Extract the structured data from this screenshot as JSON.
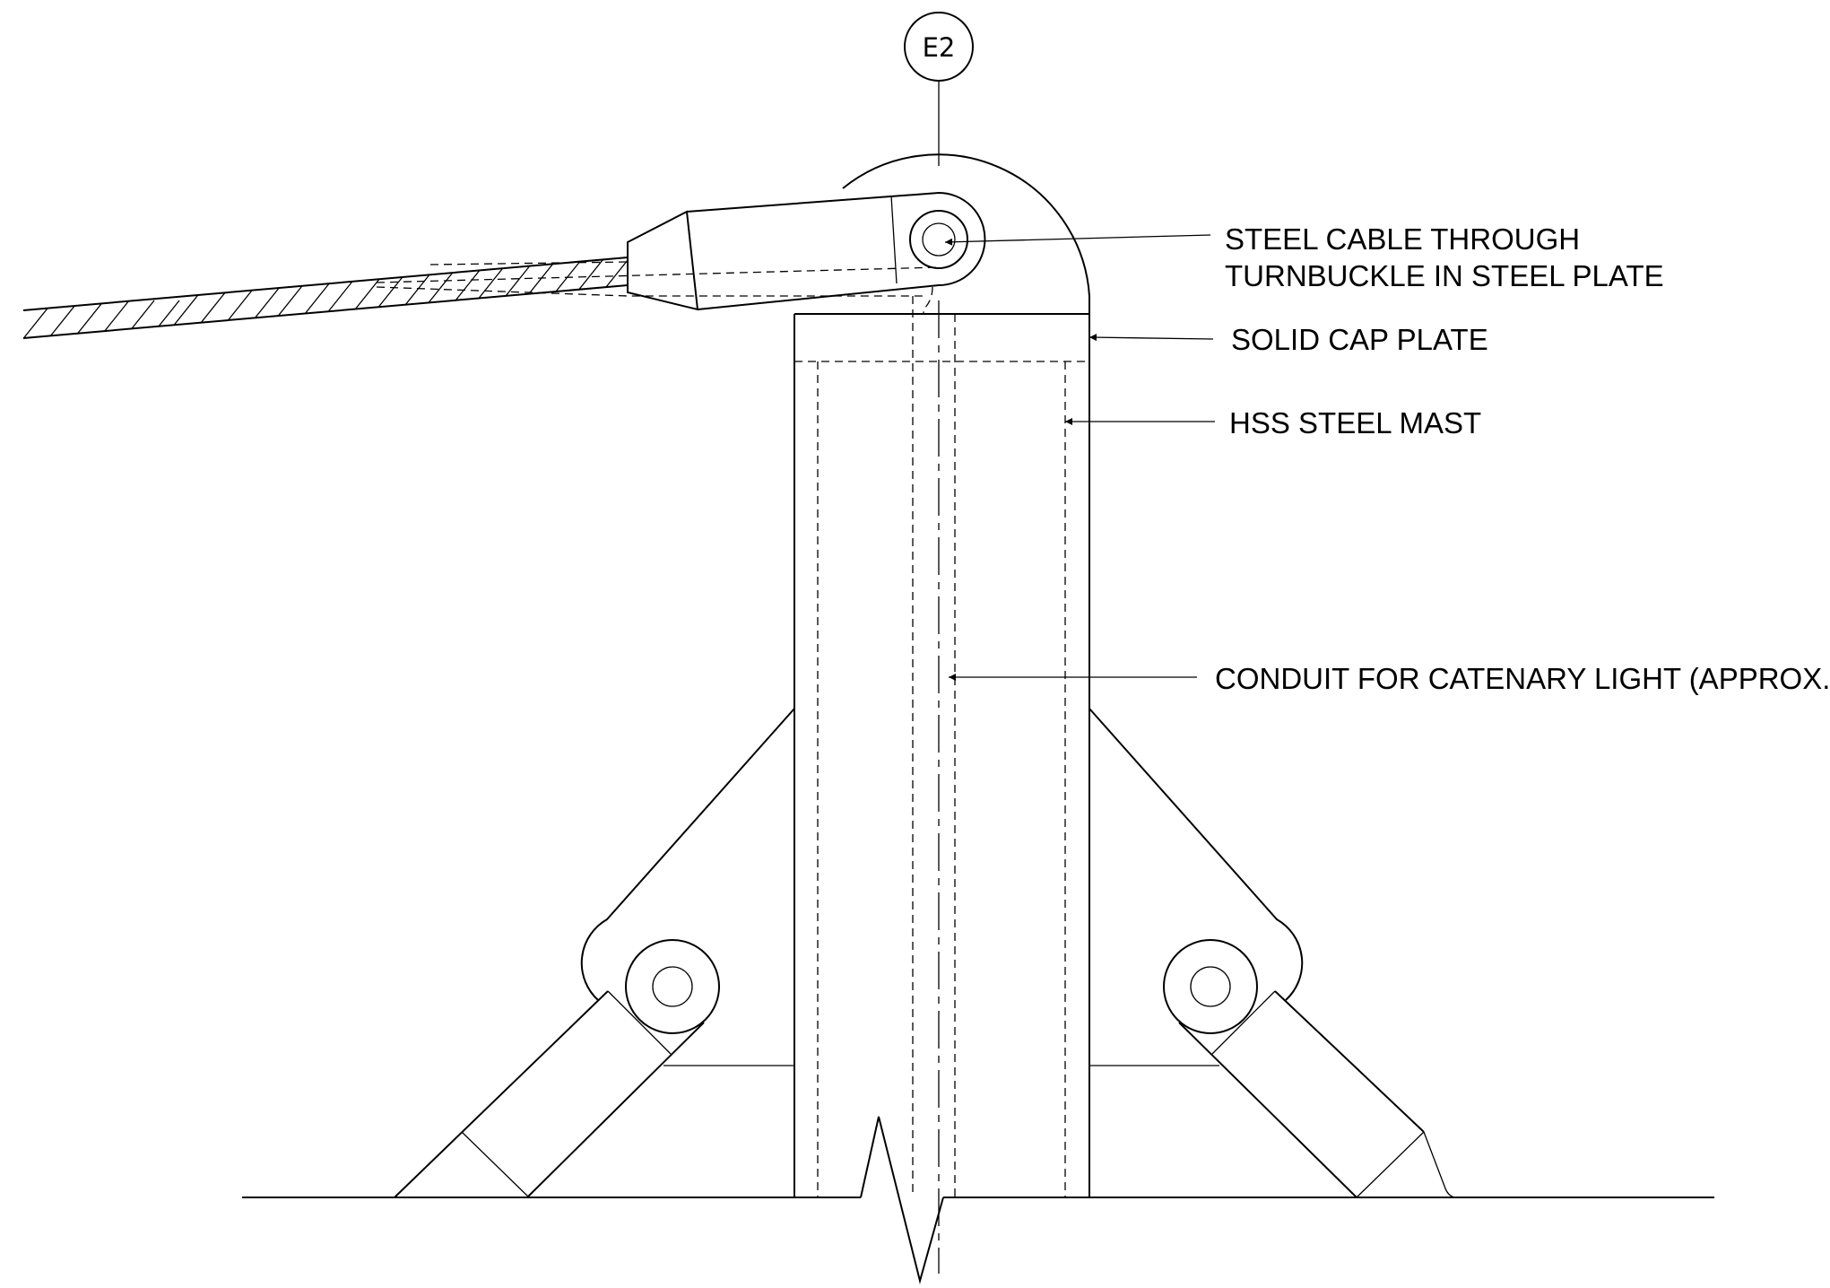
{
  "grid_tag": "E2",
  "labels": {
    "cable_line1": "STEEL CABLE THROUGH",
    "cable_line2": "TURNBUCKLE IN STEEL PLATE",
    "cap_plate": "SOLID CAP PLATE",
    "mast": "HSS STEEL MAST",
    "conduit": "CONDUIT FOR CATENARY LIGHT (APPROX.)"
  },
  "colors": {
    "line": "#000000",
    "background": "#ffffff"
  }
}
